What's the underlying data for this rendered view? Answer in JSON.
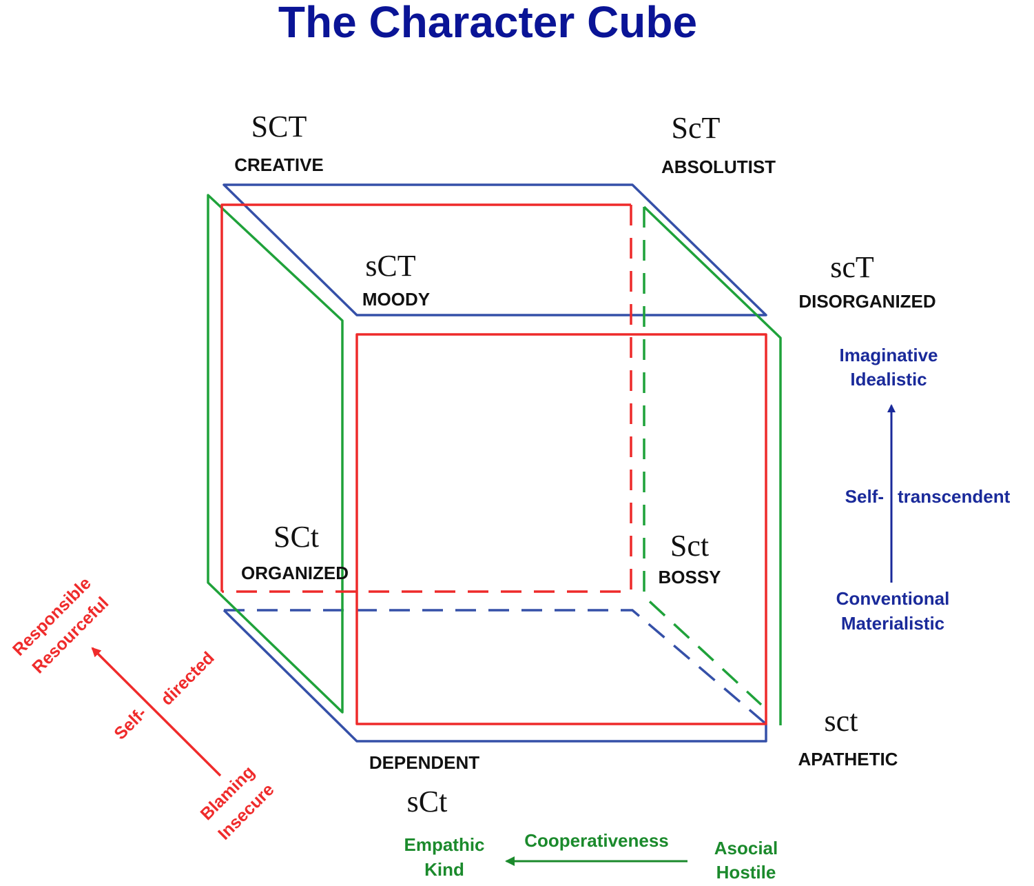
{
  "title": "The Character Cube",
  "colors": {
    "title": "#0a1496",
    "transcendence": "#1a2a9a",
    "cooperativeness": "#1b8a2c",
    "self_directedness": "#ef2b2b",
    "text": "#111111"
  },
  "vertices": {
    "SCT": {
      "code": "SCT",
      "name": "CREATIVE"
    },
    "ScT": {
      "code": "ScT",
      "name": "ABSOLUTIST"
    },
    "sCT": {
      "code": "sCT",
      "name": "MOODY"
    },
    "scT": {
      "code": "scT",
      "name": "DISORGANIZED"
    },
    "SCt": {
      "code": "SCt",
      "name": "ORGANIZED"
    },
    "Sct": {
      "code": "Sct",
      "name": "BOSSY"
    },
    "sCt": {
      "code": "sCt",
      "name": "DEPENDENT"
    },
    "sct": {
      "code": "sct",
      "name": "APATHETIC"
    }
  },
  "axes": {
    "transcendence": {
      "high_1": "Imaginative",
      "high_2": "Idealistic",
      "label_1": "Self-",
      "label_2": "transcendent",
      "low_1": "Conventional",
      "low_2": "Materialistic"
    },
    "cooperativeness": {
      "high_1": "Empathic",
      "high_2": "Kind",
      "label": "Cooperativeness",
      "low_1": "Asocial",
      "low_2": "Hostile"
    },
    "self_directedness": {
      "high_1": "Responsible",
      "high_2": "Resourceful",
      "label_1": "Self-",
      "label_2": "directed",
      "low_1": "Blaming",
      "low_2": "Insecure"
    }
  }
}
